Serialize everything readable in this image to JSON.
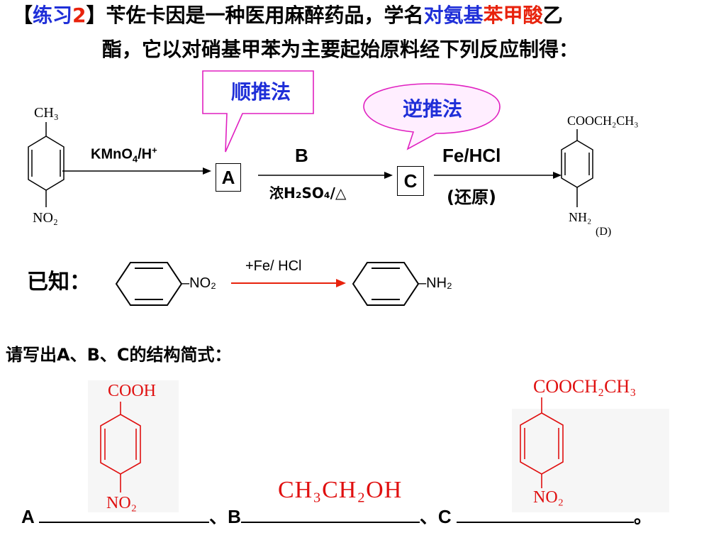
{
  "exercise": {
    "bracket_open": "【",
    "label": "练习",
    "number": "2",
    "bracket_close": "】",
    "line1_before": "苄佐卡因是一种医用麻醉药品，学名",
    "name_part1": "对氨基",
    "name_part2": "苯甲酸",
    "name_part3": "乙",
    "line2": "酯，它以对硝基甲苯为主要起始原料经下列反应制得："
  },
  "callouts": {
    "forward": "顺推法",
    "backward": "逆推法"
  },
  "scheme": {
    "start_top": "CH₃",
    "start_bottom": "NO₂",
    "reagent1": "KMnO",
    "reagent1_sub": "4",
    "reagent1_tail": "/H",
    "reagent1_sup": "+",
    "box_a": "A",
    "reagent2_top": "B",
    "reagent2_bottom": "浓H₂SO₄/△",
    "box_c": "C",
    "reagent3_top": "Fe/HCl",
    "reagent3_bottom": "(还原)",
    "product_top": "COOCH₂CH₃",
    "product_bottom": "NH₂",
    "product_label": "(D)"
  },
  "known": {
    "label": "已知：",
    "left_group": "–NO₂",
    "reagent": "+Fe/ HCl",
    "right_group": "–NH₂"
  },
  "question": {
    "prompt": "请写出A、B、C的结构简式："
  },
  "answers": {
    "a_top": "COOH",
    "a_bottom": "NO₂",
    "b_formula": "CH₃CH₂OH",
    "c_top": "COOCH₂CH₃",
    "c_bottom": "NO₂"
  },
  "blanks": {
    "a_label": "A",
    "sep1": "、",
    "b_label": "B",
    "sep2": "、",
    "c_label": "C",
    "end": "。"
  },
  "colors": {
    "blue": "#1f2fd8",
    "red": "#e8220c",
    "callout_pink": "#e020c0",
    "answer_red": "#e01010"
  }
}
